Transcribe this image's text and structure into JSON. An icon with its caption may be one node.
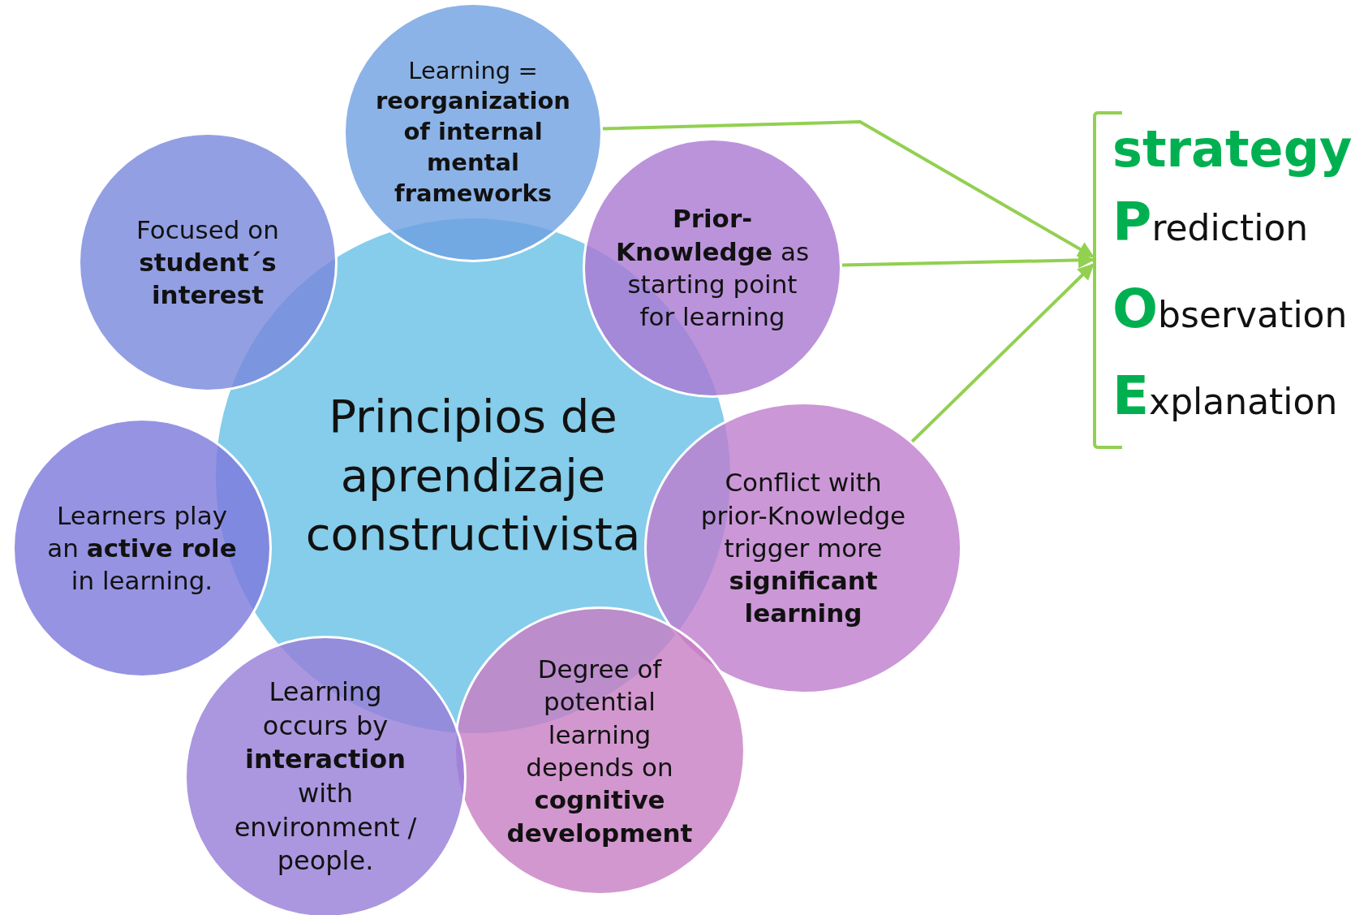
{
  "diagram": {
    "nodes": [
      {
        "text": [
          "Principios de aprendizaje constructivista"
        ]
      },
      {
        "text": [
          "Learning = **reorganization of internal mental frameworks**"
        ]
      },
      {
        "text": [
          "**Prior-Knowledge** as starting point for learning"
        ]
      },
      {
        "text": [
          "Conflict with prior-Knowledge trigger more **significant learning**"
        ]
      },
      {
        "text": [
          "Degree of potential learning depends on **cognitive development**"
        ]
      },
      {
        "text": [
          "Learning occurs by **interaction** with environment / people."
        ]
      },
      {
        "text": [
          "Learners play an **active role** in learning."
        ]
      },
      {
        "text": [
          "Focused on **student´s interest**"
        ]
      },
      {
        "text": [
          "strategy",
          "Prediction",
          "Observation",
          "Explanation"
        ]
      }
    ],
    "edges": [
      {
        "from": 1,
        "to": 8,
        "arrow": "to"
      },
      {
        "from": 2,
        "to": 8,
        "arrow": "to"
      },
      {
        "from": 3,
        "to": 8,
        "arrow": "to"
      }
    ]
  }
}
